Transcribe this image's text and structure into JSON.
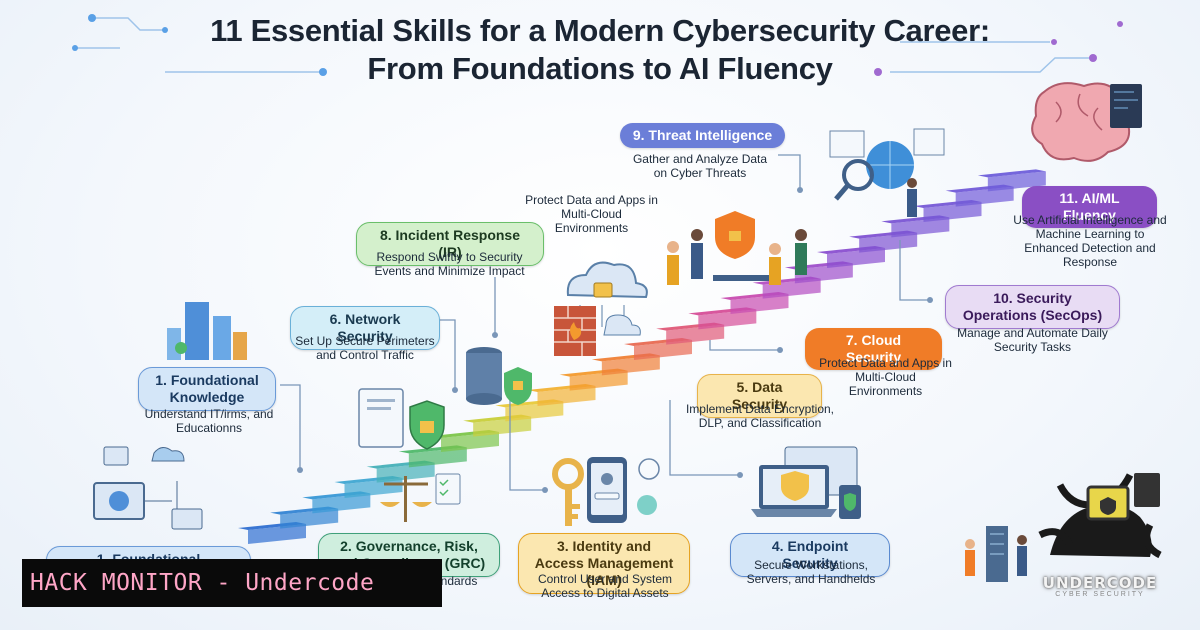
{
  "title": {
    "line1": "11 Essential Skills for a Modern Cybersecurity Career:",
    "line2": "From Foundations to AI Fluency"
  },
  "colors": {
    "step1": "#2b78c9",
    "step2": "#1f8f6c",
    "step3": "#e6a323",
    "step4": "#3a7fc8",
    "step5": "#f0b63b",
    "step6": "#2a8cc4",
    "step7": "#f07c27",
    "step8": "#3fa05a",
    "step9": "#6b7ed8",
    "step10": "#7a4aa8",
    "step11": "#8a4fc4"
  },
  "skills": [
    {
      "id": 1,
      "label": "1. Foundational Knowledge",
      "desc": "Understand IT/irms, and Educationns",
      "icon": "computer-network-icon"
    },
    {
      "id": 1,
      "label": "1. Foundational Knowledge",
      "desc": "",
      "icon": "computer-network-icon"
    },
    {
      "id": 2,
      "label": "2. Governance, Risk, and Compliance (GRC)",
      "desc": "Policies, ndards",
      "icon": "scales-icon"
    },
    {
      "id": 3,
      "label": "3. Identity and Access Management (IAM)",
      "desc": "Control User and System Access to Digital Assets",
      "icon": "key-icon"
    },
    {
      "id": 4,
      "label": "4. Endpoint Security",
      "desc": "Secure Workstations, Servers, and Handhelds",
      "icon": "laptop-shield-icon"
    },
    {
      "id": 5,
      "label": "5. Data Security",
      "desc": "Implement Data Encryption, DLP, and Classification",
      "icon": "database-lock-icon"
    },
    {
      "id": 6,
      "label": "6. Network Security",
      "desc": "Set Up Secure Perimeters and Control Traffic",
      "icon": "document-shield-icon"
    },
    {
      "id": 7,
      "label": "7. Cloud Security",
      "desc": "Protect Data and Apps in Multi-Cloud Environments",
      "icon": "cloud-lock-icon"
    },
    {
      "id": 8,
      "label": "8. Incident Response (IR)",
      "desc": "Respond Swiftly to Security Events and Minimize Impact",
      "icon": "firewall-icon"
    },
    {
      "id": 9,
      "label": "9. Threat Intelligence",
      "desc": "Gather and Analyze Data on Cyber Threats",
      "icon": "globe-magnifier-icon"
    },
    {
      "id": 10,
      "label": "10. Security Operations (SecOps)",
      "desc": "Manage and Automate Daily Security Tasks",
      "icon": "people-workstation-icon"
    },
    {
      "id": 11,
      "label": "11. AI/ML Fluency",
      "desc": "Use Artificial Intelligence and Machine Learning to Enhanced Detection and Response",
      "icon": "brain-icon"
    }
  ],
  "cloud_floating_desc": "Protect Data and Apps in Multi-Cloud Environments",
  "watermark": "HACK MONITOR - Undercode",
  "logo": {
    "name": "UNDERCODE",
    "sub": "CYBER SECURITY"
  }
}
